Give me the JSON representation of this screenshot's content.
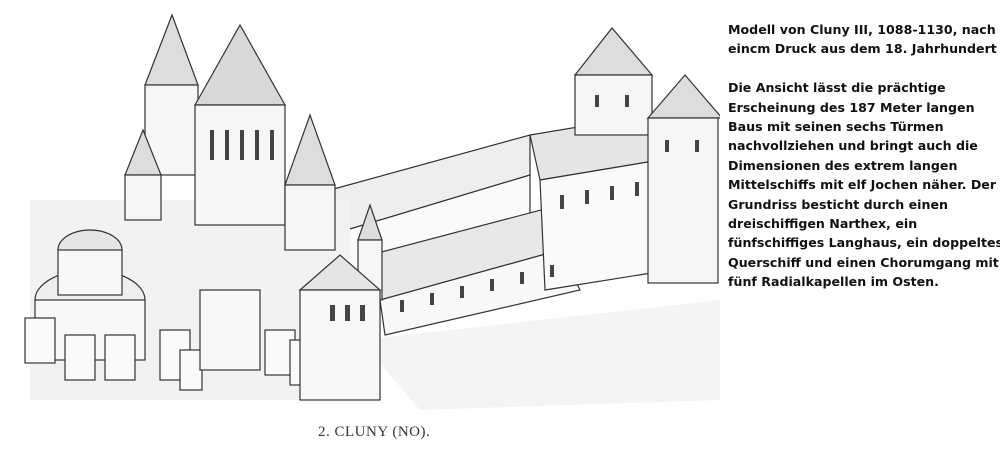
{
  "illustration": {
    "caption": "2. CLUNY (NO)."
  },
  "text": {
    "title_lines": [
      "Modell von Cluny III, 1088-1130, nach",
      "eincm Druck aus dem 18. Jahrhundert"
    ],
    "body_lines": [
      "Die Ansicht lässt  die prächtige",
      "Erscheinung des 187 Meter langen",
      "Baus mit seinen sechs Türmen",
      "nachvollziehen und bringt  auch die",
      "Dimensionen des extrem langen",
      "Mittelschiffs mit elf Jochen näher. Der",
      "Grundriss besticht durch einen",
      "dreischiffigen Narthex, ein",
      "fünfschiffiges Langhaus, ein doppeltes",
      "Querschiff und einen Chorumgang mit",
      "fünf Radialkapellen im Osten."
    ]
  }
}
